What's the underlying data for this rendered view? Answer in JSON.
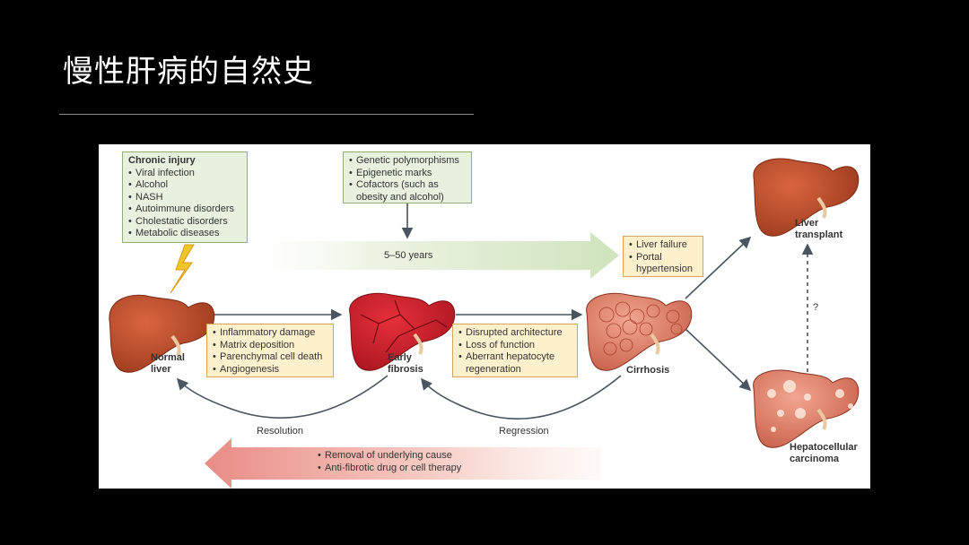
{
  "slide": {
    "title": "慢性肝病的自然史"
  },
  "figure": {
    "chronic_injury": {
      "heading": "Chronic injury",
      "items": [
        "Viral infection",
        "Alcohol",
        "NASH",
        "Autoimmune disorders",
        "Cholestatic disorders",
        "Metabolic diseases"
      ]
    },
    "modifiers": {
      "items": [
        "Genetic polymorphisms",
        "Epigenetic marks",
        "Cofactors (such as",
        "obesity and alcohol)"
      ]
    },
    "timeline_label": "5–50 years",
    "complications": {
      "items": [
        "Liver failure",
        "Portal",
        "hypertension"
      ]
    },
    "fibrosis_drivers": {
      "items": [
        "Inflammatory damage",
        "Matrix deposition",
        "Parenchymal cell death",
        "Angiogenesis"
      ]
    },
    "cirrhosis_features": {
      "items": [
        "Disrupted architecture",
        "Loss of function",
        "Aberrant hepatocyte",
        "regeneration"
      ]
    },
    "therapy": {
      "items": [
        "Removal of underlying cause",
        "Anti-fibrotic drug or cell therapy"
      ]
    },
    "stages": {
      "normal_1": "Normal",
      "normal_2": "liver",
      "early_1": "Early",
      "early_2": "fibrosis",
      "cirrhosis": "Cirrhosis",
      "transplant_1": "Liver",
      "transplant_2": "transplant",
      "hcc_1": "Hepatocellular",
      "hcc_2": "carcinoma"
    },
    "resolution_label": "Resolution",
    "regression_label": "Regression",
    "question_mark": "?"
  }
}
